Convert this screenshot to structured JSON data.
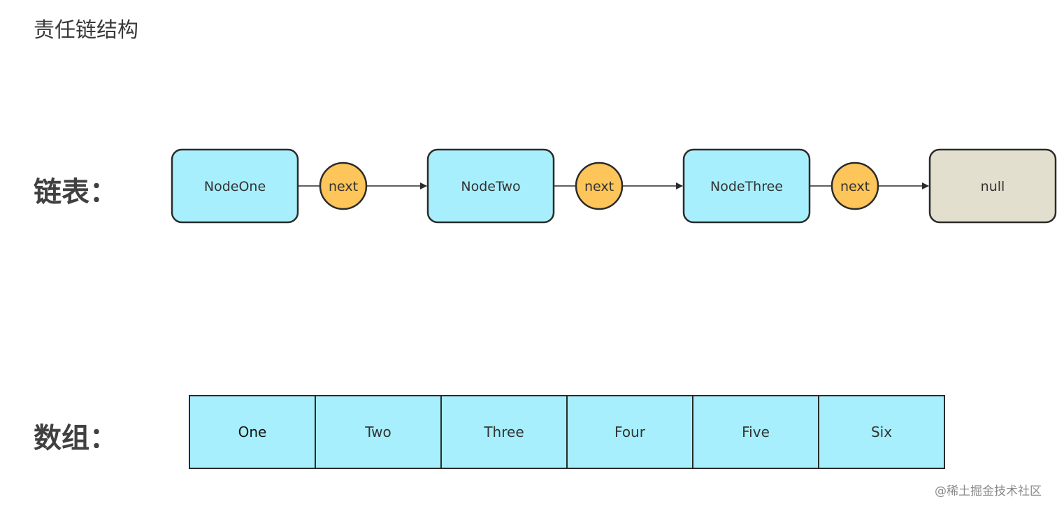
{
  "title": "责任链结构",
  "linked_list": {
    "label": "链表：",
    "nodes": [
      "NodeOne",
      "NodeTwo",
      "NodeThree"
    ],
    "pointer_label": "next",
    "terminal": "null",
    "colors": {
      "node_fill": "#a7effc",
      "pointer_fill": "#fec55a",
      "null_fill": "#e3dfcf",
      "stroke": "#2b2b2b"
    }
  },
  "array": {
    "label": "数组：",
    "cells": [
      "One",
      "Two",
      "Three",
      "Four",
      "Five",
      "Six"
    ],
    "colors": {
      "cell_fill": "#a7effc",
      "stroke": "#2b2b2b"
    }
  },
  "watermark": "@稀土掘金技术社区"
}
